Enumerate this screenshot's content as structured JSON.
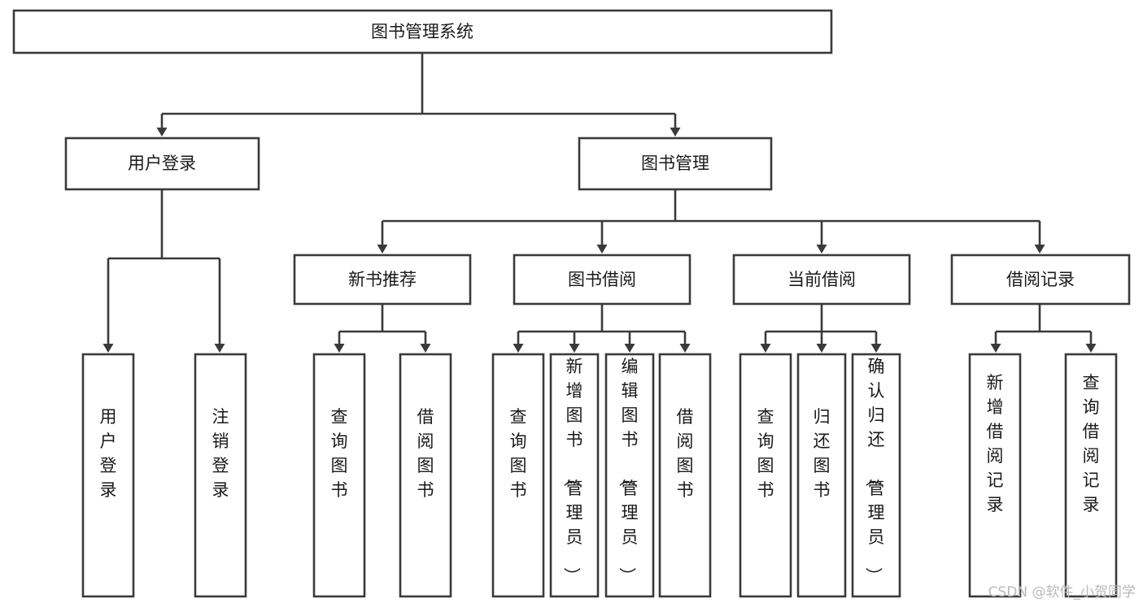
{
  "diagram": {
    "title": "图书管理系统",
    "type": "hierarchy-tree",
    "root": {
      "id": "root",
      "label": "图书管理系统"
    },
    "level1": [
      {
        "id": "user-login",
        "label": "用户登录"
      },
      {
        "id": "book-manage",
        "label": "图书管理"
      }
    ],
    "level2": [
      {
        "id": "new-book-rec",
        "label": "新书推荐",
        "parent": "book-manage"
      },
      {
        "id": "book-borrow",
        "label": "图书借阅",
        "parent": "book-manage"
      },
      {
        "id": "current-borrow",
        "label": "当前借阅",
        "parent": "book-manage"
      },
      {
        "id": "borrow-record",
        "label": "借阅记录",
        "parent": "book-manage"
      }
    ],
    "leaves": {
      "user-login": [
        {
          "id": "leaf-user-login",
          "label": "用户登录"
        },
        {
          "id": "leaf-user-logout",
          "label": "注销登录"
        }
      ],
      "new-book-rec": [
        {
          "id": "leaf-query-book-1",
          "label": "查询图书"
        },
        {
          "id": "leaf-borrow-book-1",
          "label": "借阅图书"
        }
      ],
      "book-borrow": [
        {
          "id": "leaf-query-book-2",
          "label": "查询图书"
        },
        {
          "id": "leaf-add-book",
          "label": "新增图书（管理员）"
        },
        {
          "id": "leaf-edit-book",
          "label": "编辑图书（管理员）"
        },
        {
          "id": "leaf-borrow-book-2",
          "label": "借阅图书"
        }
      ],
      "current-borrow": [
        {
          "id": "leaf-query-book-3",
          "label": "查询图书"
        },
        {
          "id": "leaf-return-book",
          "label": "归还图书"
        },
        {
          "id": "leaf-confirm-return",
          "label": "确认归还（管理员）"
        }
      ],
      "borrow-record": [
        {
          "id": "leaf-add-record",
          "label": "新增借阅记录"
        },
        {
          "id": "leaf-query-record",
          "label": "查询借阅记录"
        }
      ]
    },
    "colors": {
      "box_stroke": "#3a3a3a",
      "box_fill": "#ffffff",
      "text": "#1a1a1a",
      "connector": "#3a3a3a",
      "watermark": "#b9b9b9",
      "background": "#ffffff"
    }
  },
  "watermark": {
    "text": "CSDN @软件_小贺同学"
  }
}
